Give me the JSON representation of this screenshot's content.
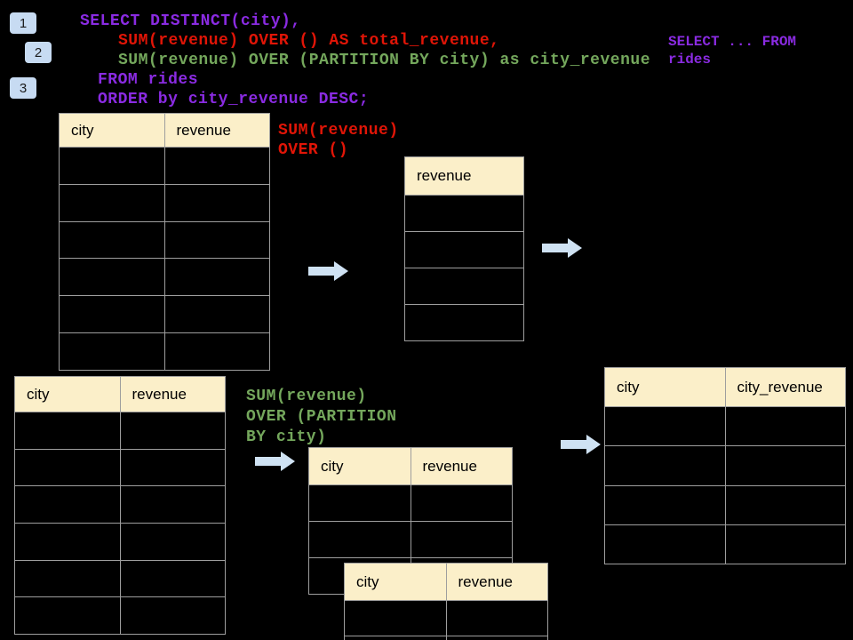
{
  "badges": [
    {
      "label": "1"
    },
    {
      "label": "2"
    },
    {
      "label": "3"
    }
  ],
  "code": {
    "line1": "SELECT DISTINCT(city),",
    "line2": "SUM(revenue) OVER () AS total_revenue,",
    "line3": "SUM(revenue) OVER (PARTITION BY city) as city_revenue",
    "line4": "FROM rides",
    "line5": "ORDER by city_revenue DESC;"
  },
  "note": {
    "line1": "SELECT ... FROM",
    "line2": "rides"
  },
  "labels": {
    "total": {
      "line1": "SUM(revenue)",
      "line2": "OVER ()"
    },
    "partition": {
      "line1": "SUM(revenue)",
      "line2": "OVER (PARTITION",
      "line3": "BY city)"
    }
  },
  "tables": {
    "source_top": {
      "headers": [
        "city",
        "revenue"
      ],
      "row_count": 6
    },
    "total_revenue_result": {
      "headers": [
        "revenue"
      ],
      "row_count": 4
    },
    "source_bottom": {
      "headers": [
        "city",
        "revenue"
      ],
      "row_count": 6
    },
    "partition_step": {
      "headers": [
        "city",
        "revenue"
      ],
      "row_count": 3
    },
    "partition_step_overlay": {
      "headers": [
        "city",
        "revenue"
      ],
      "row_count": 2
    },
    "city_revenue_result": {
      "headers": [
        "city",
        "city_revenue"
      ],
      "row_count": 4
    }
  },
  "icons": {
    "arrow": "arrow-right-icon"
  },
  "colors": {
    "purple": "#8A2BE2",
    "red": "#E01507",
    "green": "#74A75C",
    "header_fill": "#FBEFC9",
    "arrow_fill": "#CFE2F3",
    "badge_fill": "#C7DBF2",
    "table_border": "#9E9E9E"
  }
}
